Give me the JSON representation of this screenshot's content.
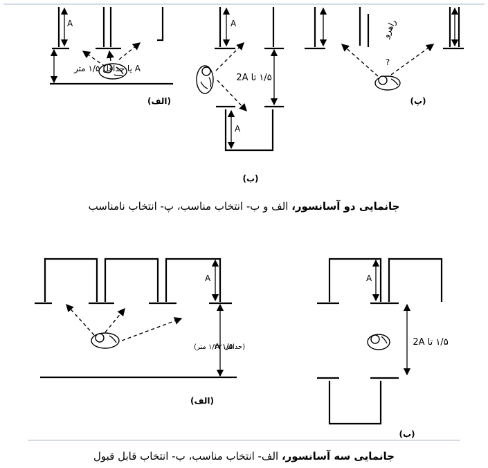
{
  "labels": {
    "A": "A",
    "min_1_5_m": "A یا حداقل ۱/۵ متر",
    "alef": "(الف)",
    "be": "(ب)",
    "pe": "(پ)",
    "range_2A": "۱/۵ تا 2A",
    "rahro": "راهرو",
    "question": "?",
    "one_five_A": "A ۱/۵",
    "min_1_32": "(حداقل ۱/۳۲ متر)"
  },
  "captions": {
    "two": {
      "bold": "جانمایی دو آسانسور،",
      "rest": " الف و ب- انتخاب مناسب، پ- انتخاب نامناسب"
    },
    "three": {
      "bold": "جانمایی سه آسانسور،",
      "rest": " الف- انتخاب مناسب، ب- انتخاب قابل قبول"
    }
  },
  "colors": {
    "line": "#000000",
    "rule": "#aeb8c4"
  }
}
